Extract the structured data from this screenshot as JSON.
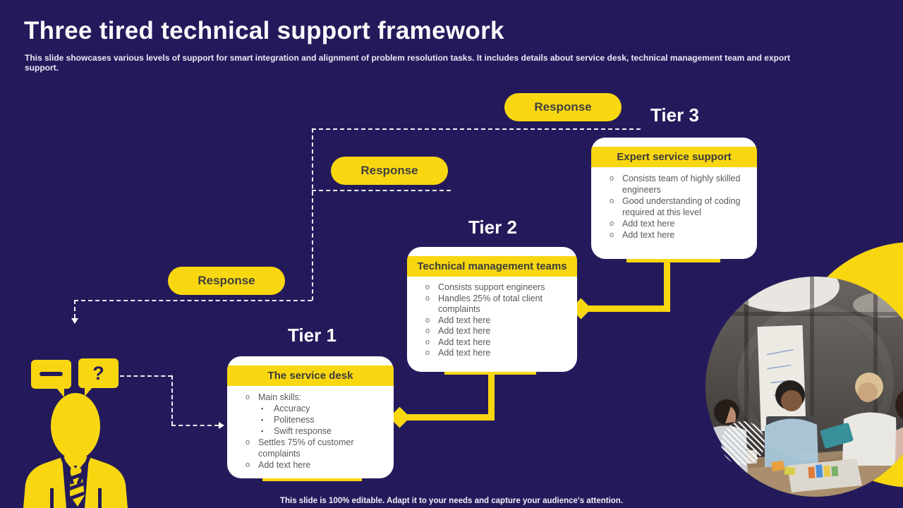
{
  "slide": {
    "title": "Three tired technical support framework",
    "subtitle": "This slide showcases various levels of support for smart integration and alignment of problem resolution tasks. It includes details about service desk, technical management team and export support.",
    "footer": "This slide is 100% editable. Adapt it to your needs and capture your audience's attention."
  },
  "pills": [
    {
      "label": "Response"
    },
    {
      "label": "Response"
    },
    {
      "label": "Response"
    }
  ],
  "tiers": [
    {
      "label": "Tier 3",
      "card_title": "Expert service support",
      "bullets": [
        {
          "text": "Consists team of highly skilled engineers"
        },
        {
          "text": "Good understanding of coding required at this level"
        },
        {
          "text": "Add text here"
        },
        {
          "text": "Add text here"
        }
      ]
    },
    {
      "label": "Tier 2",
      "card_title": "Technical management teams",
      "bullets": [
        {
          "text": "Consists support engineers"
        },
        {
          "text": "Handles 25% of total client complaints"
        },
        {
          "text": "Add text here"
        },
        {
          "text": "Add text here"
        },
        {
          "text": "Add text here"
        },
        {
          "text": "Add text here"
        }
      ]
    },
    {
      "label": "Tier 1",
      "card_title": "The service desk",
      "bullets": [
        {
          "text": "Main skills:",
          "sub": [
            "Accuracy",
            "Politeness",
            "Swift response"
          ]
        },
        {
          "text": "Settles 75% of customer complaints"
        },
        {
          "text": "Add text here"
        }
      ]
    }
  ],
  "markers": {
    "bullet": "o",
    "sub": "▪"
  },
  "speech": {
    "dash": "—",
    "question": "?"
  },
  "colors": {
    "background": "#241A5B",
    "accent_yellow": "#F8D711",
    "card_white": "#FFFFFF",
    "body_text": "#595957",
    "title_text": "#FBFBFD"
  }
}
